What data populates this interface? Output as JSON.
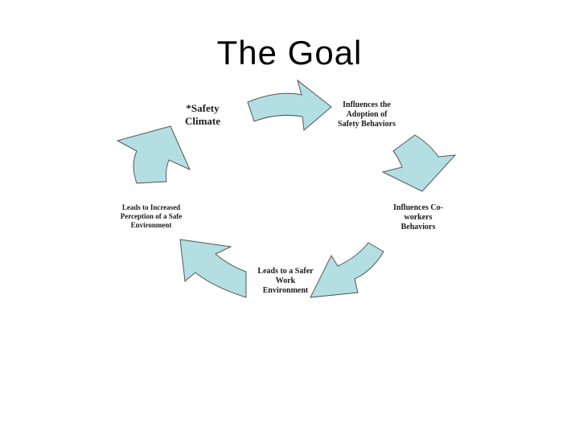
{
  "title": "The Goal",
  "colors": {
    "arrow_fill": "#b3dfe3",
    "arrow_stroke": "#555555",
    "text": "#1a1a1a"
  },
  "cycle": {
    "nodes": [
      {
        "lines": [
          "*Safety",
          "Climate"
        ]
      },
      {
        "lines": [
          "Influences the",
          "Adoption of",
          "Safety Behaviors"
        ]
      },
      {
        "lines": [
          "Influences Co-",
          "workers",
          "Behaviors"
        ]
      },
      {
        "lines": [
          "Leads to a Safer",
          "Work",
          "Environment"
        ]
      },
      {
        "lines": [
          "Leads to Increased",
          "Perception of a Safe",
          "Environment"
        ]
      }
    ]
  }
}
